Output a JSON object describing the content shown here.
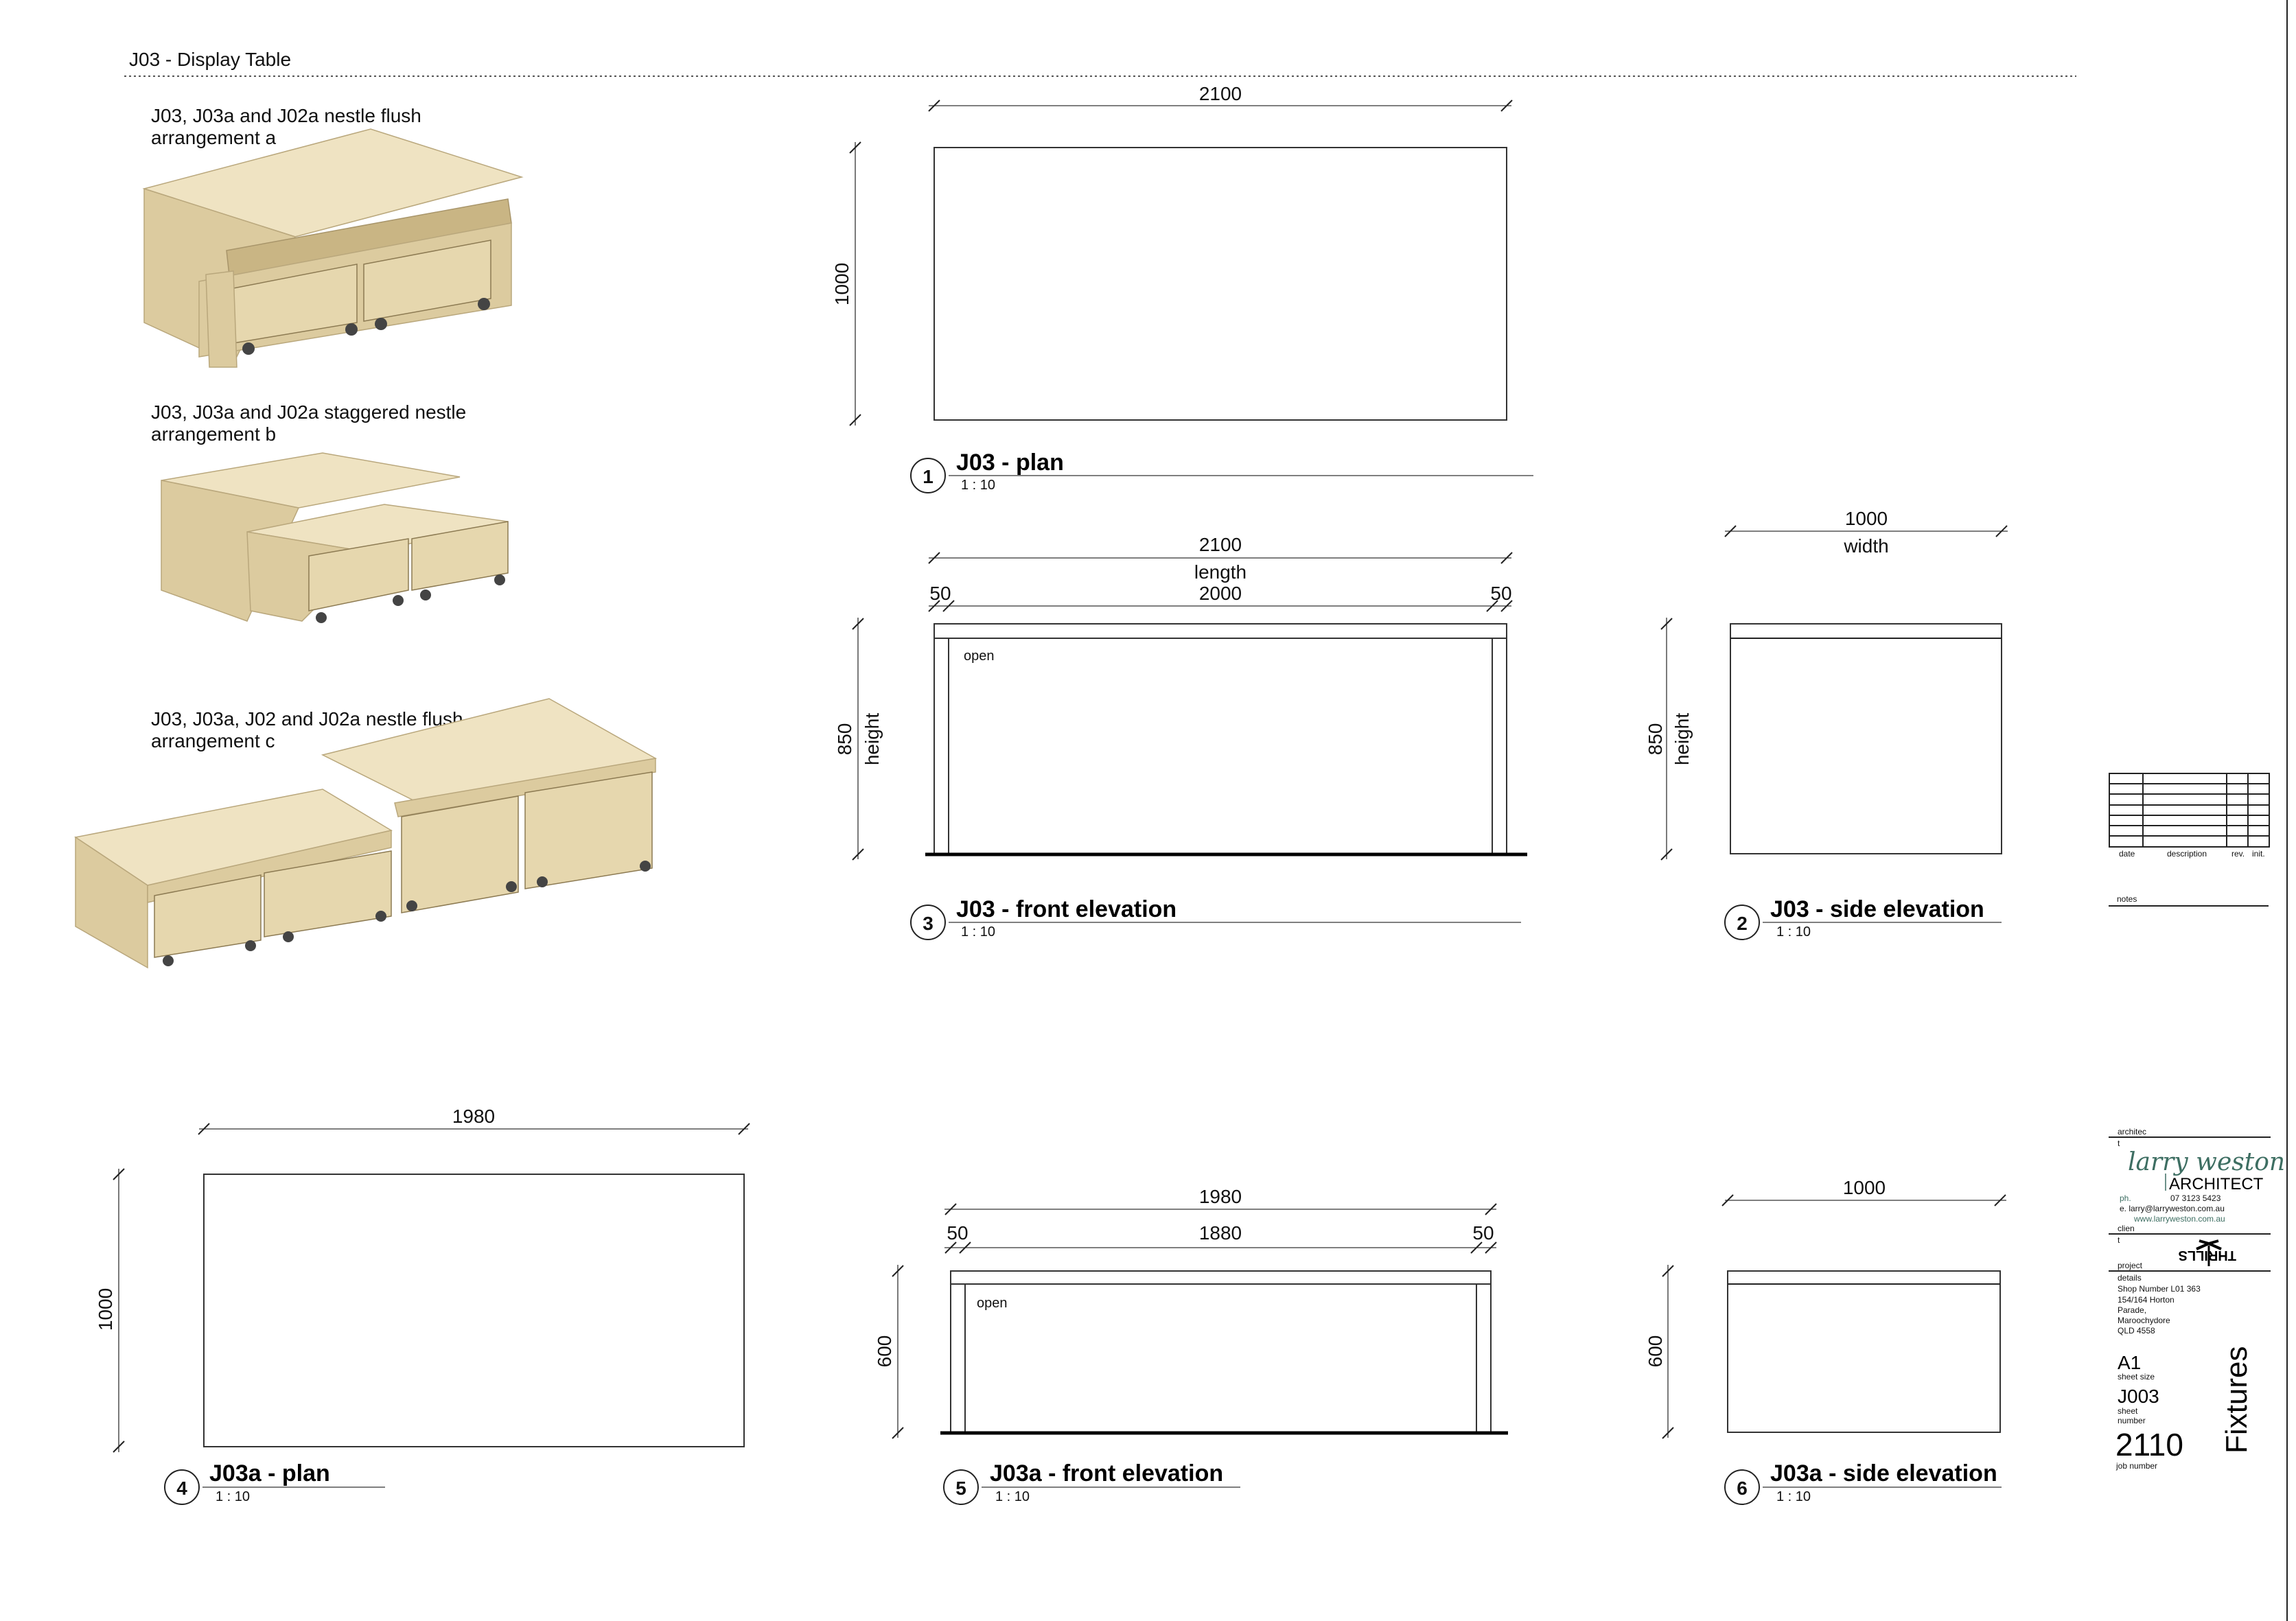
{
  "sheet_title": "J03 - Display Table",
  "arrangements": [
    {
      "line1": "J03, J03a and J02a nestle flush",
      "line2": "arrangement a"
    },
    {
      "line1": "J03, J03a and J02a staggered nestle",
      "line2": "arrangement b"
    },
    {
      "line1": "J03, J03a, J02 and J02a nestle flush",
      "line2": "arrangement c"
    }
  ],
  "views": {
    "v1": {
      "num": "1",
      "title": "J03 - plan",
      "scale": "1 : 10",
      "dim_w": "2100",
      "dim_h": "1000"
    },
    "v3": {
      "num": "3",
      "title": "J03 - front elevation",
      "scale": "1 : 10",
      "dim_total": "2100",
      "dim_total_label": "length",
      "dim_left": "50",
      "dim_mid": "2000",
      "dim_right": "50",
      "dim_h": "850",
      "dim_h_label": "height",
      "note": "open"
    },
    "v2": {
      "num": "2",
      "title": "J03 - side elevation",
      "scale": "1 : 10",
      "dim_w": "1000",
      "dim_w_label": "width",
      "dim_h": "850",
      "dim_h_label": "height"
    },
    "v4": {
      "num": "4",
      "title": "J03a - plan",
      "scale": "1 : 10",
      "dim_w": "1980",
      "dim_h": "1000"
    },
    "v5": {
      "num": "5",
      "title": "J03a - front elevation",
      "scale": "1 : 10",
      "dim_total": "1980",
      "dim_left": "50",
      "dim_mid": "1880",
      "dim_right": "50",
      "dim_h": "600",
      "note": "open"
    },
    "v6": {
      "num": "6",
      "title": "J03a - side elevation",
      "scale": "1 : 10",
      "dim_w": "1000",
      "dim_h": "600"
    }
  },
  "revision_table": {
    "headers": [
      "date",
      "description",
      "rev.",
      "init."
    ],
    "notes_label": "notes"
  },
  "title_block": {
    "architect_label": "architec",
    "architect_label2": "t",
    "architect_signature": "larry weston",
    "architect_firm": "ARCHITECT",
    "phone_label": "ph.",
    "phone": "07 3123 5423",
    "email": "e. larry@larryweston.com.au",
    "website": "www.larryweston.com.au",
    "client_label": "clien",
    "client_label2": "t",
    "client_logo": "THRILLS",
    "project_label": "project",
    "project_label2": "details",
    "address": [
      "Shop Number L01 363",
      "154/164 Horton",
      "Parade,",
      "Maroochydore",
      "QLD 4558"
    ],
    "sheet_size": "A1",
    "sheet_size_label": "sheet size",
    "sheet_number": "J003",
    "sheet_number_label1": "sheet",
    "sheet_number_label2": "number",
    "job_number": "2110",
    "job_number_label": "job number",
    "drawing_title": "Fixtures"
  }
}
